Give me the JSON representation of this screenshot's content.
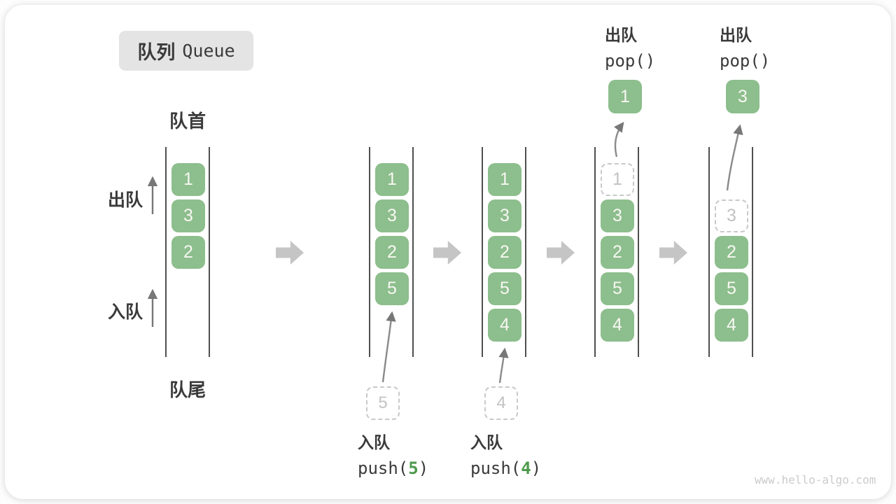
{
  "title": {
    "zh": "队列",
    "en": "Queue"
  },
  "labels": {
    "front": "队首",
    "rear": "队尾",
    "dequeue_side": "出队",
    "enqueue_side": "入队"
  },
  "states": [
    {
      "slots": [
        {
          "v": "1"
        },
        {
          "v": "3"
        },
        {
          "v": "2"
        }
      ]
    },
    {
      "slots": [
        {
          "v": "1"
        },
        {
          "v": "3"
        },
        {
          "v": "2"
        },
        {
          "v": "5"
        }
      ],
      "pending": "5"
    },
    {
      "slots": [
        {
          "v": "1"
        },
        {
          "v": "3"
        },
        {
          "v": "2"
        },
        {
          "v": "5"
        },
        {
          "v": "4"
        }
      ],
      "pending": "4"
    },
    {
      "slots": [
        {
          "v": "1",
          "ghost": true
        },
        {
          "v": "3"
        },
        {
          "v": "2"
        },
        {
          "v": "5"
        },
        {
          "v": "4"
        }
      ],
      "popped": "1"
    },
    {
      "slots": [
        {
          "v": null
        },
        {
          "v": "3",
          "ghost": true
        },
        {
          "v": "2"
        },
        {
          "v": "5"
        },
        {
          "v": "4"
        }
      ],
      "popped": "3"
    }
  ],
  "annotations": {
    "push5": {
      "action": "入队",
      "code_prefix": "push(",
      "code_arg": "5",
      "code_suffix": ")"
    },
    "push4": {
      "action": "入队",
      "code_prefix": "push(",
      "code_arg": "4",
      "code_suffix": ")"
    },
    "pop1": {
      "action": "出队",
      "code": "pop()"
    },
    "pop2": {
      "action": "出队",
      "code": "pop()"
    }
  },
  "watermark": "www.hello-algo.com",
  "colors": {
    "cell_green": "#8DBE8D",
    "code_arg_green": "#4D9A4D",
    "text_dark": "#3A3A3A",
    "ghost_gray": "#C9C9C9"
  }
}
